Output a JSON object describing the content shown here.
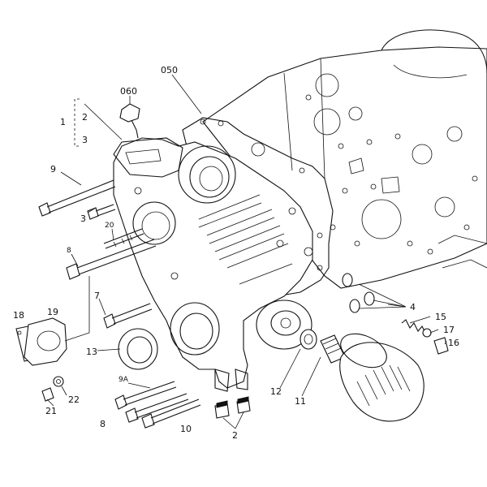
{
  "callouts": {
    "c_050": "050",
    "c_060": "060",
    "c_1": "1",
    "c_2_top": "2",
    "c_3_top": "3",
    "c_9": "9",
    "c_3": "3",
    "c_20": "20",
    "c_8_top": "8",
    "c_7": "7",
    "c_18": "18",
    "c_19": "19",
    "c_13": "13",
    "c_9a": "9A",
    "c_22": "22",
    "c_21": "21",
    "c_8_bottom": "8",
    "c_10": "10",
    "c_2_bottom": "2",
    "c_12": "12",
    "c_11": "11",
    "c_4": "4",
    "c_15": "15",
    "c_17": "17",
    "c_16": "16"
  }
}
